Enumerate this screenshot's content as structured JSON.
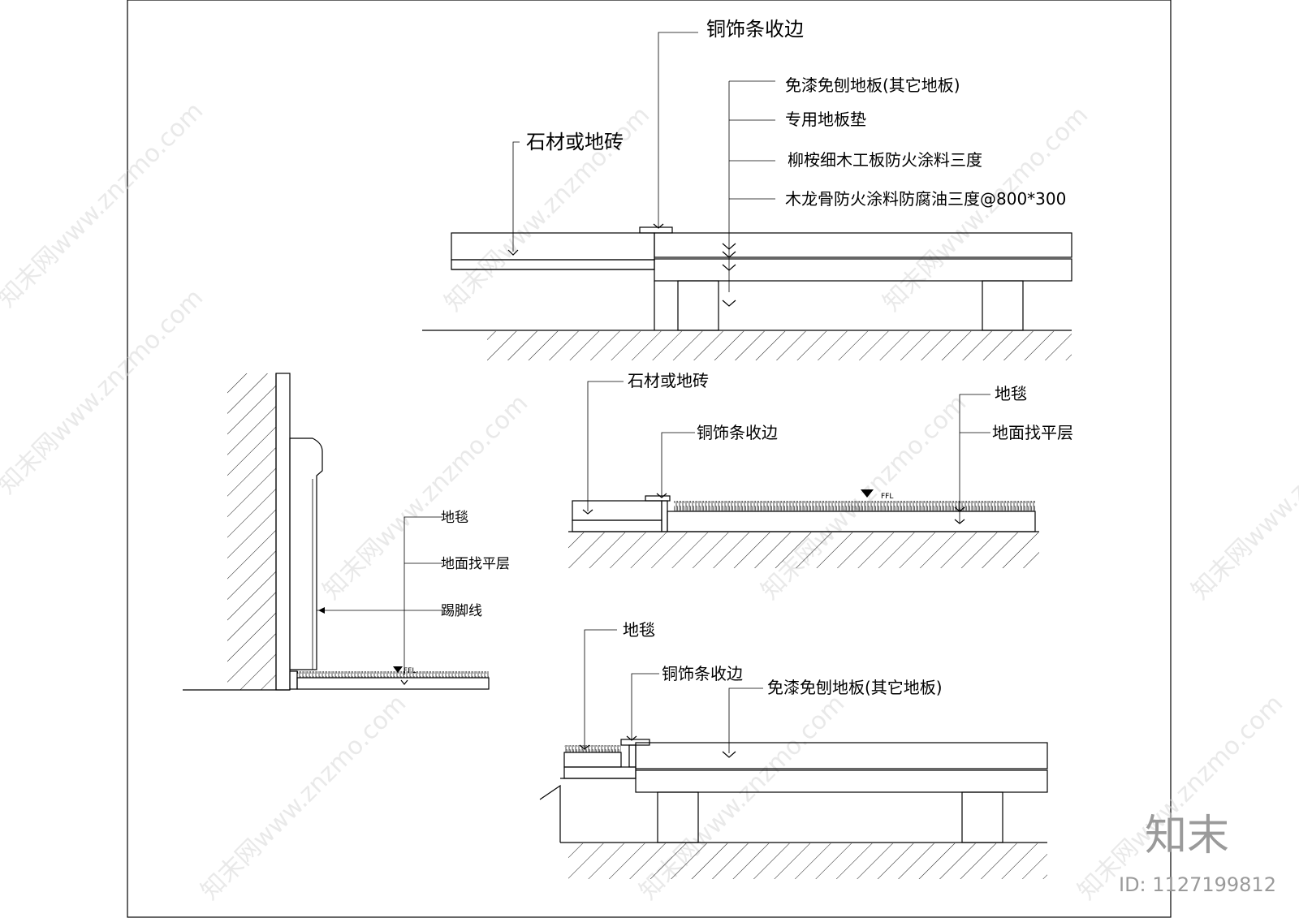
{
  "watermark": {
    "text": "知末网www.znzmo.com",
    "brand": "知末",
    "id_label": "ID: 1127199812"
  },
  "detail_top": {
    "labels": {
      "copper_trim": "铜饰条收边",
      "stone_tile": "石材或地砖",
      "floorboard": "免漆免刨地板(其它地板)",
      "floor_pad": "专用地板垫",
      "plywood": "柳桉细木工板防火涂料三度",
      "joist": "木龙骨防火涂料防腐油三度@800*300"
    }
  },
  "detail_wall": {
    "labels": {
      "carpet": "地毯",
      "screed": "地面找平层",
      "skirting": "踢脚线",
      "ffl": "FFL"
    }
  },
  "detail_middle": {
    "labels": {
      "stone_tile": "石材或地砖",
      "copper_trim": "铜饰条收边",
      "carpet": "地毯",
      "screed": "地面找平层",
      "ffl": "FFL"
    }
  },
  "detail_bottom": {
    "labels": {
      "carpet": "地毯",
      "copper_trim": "铜饰条收边",
      "floorboard": "免漆免刨地板(其它地板)"
    }
  }
}
